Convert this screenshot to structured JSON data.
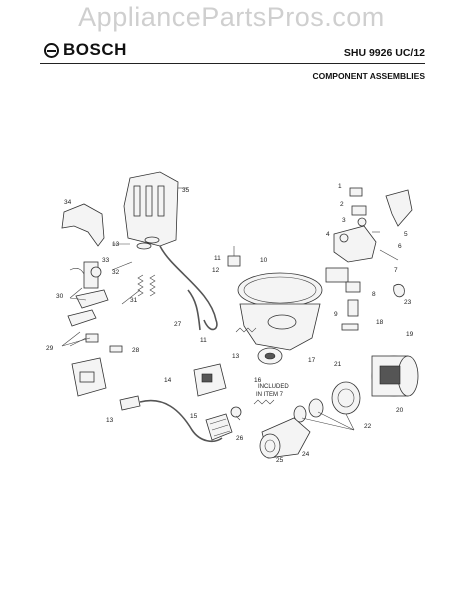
{
  "watermark": "AppliancePartsPros.com",
  "header": {
    "brand": "BOSCH",
    "model": "SHU 9926 UC/12",
    "subtitle": "COMPONENT ASSEMBLIES"
  },
  "note": {
    "line1": "INCLUDED",
    "line2": "IN ITEM 7"
  },
  "labels": [
    {
      "id": "1",
      "text": "1"
    },
    {
      "id": "2",
      "text": "2"
    },
    {
      "id": "3",
      "text": "3"
    },
    {
      "id": "4",
      "text": "4"
    },
    {
      "id": "5",
      "text": "5"
    },
    {
      "id": "6",
      "text": "6"
    },
    {
      "id": "7",
      "text": "7"
    },
    {
      "id": "8",
      "text": "8"
    },
    {
      "id": "9",
      "text": "9"
    },
    {
      "id": "10",
      "text": "10"
    },
    {
      "id": "11a",
      "text": "11"
    },
    {
      "id": "11b",
      "text": "11"
    },
    {
      "id": "12",
      "text": "12"
    },
    {
      "id": "13a",
      "text": "13"
    },
    {
      "id": "13b",
      "text": "13"
    },
    {
      "id": "13c",
      "text": "13"
    },
    {
      "id": "14",
      "text": "14"
    },
    {
      "id": "15",
      "text": "15"
    },
    {
      "id": "16",
      "text": "16"
    },
    {
      "id": "17",
      "text": "17"
    },
    {
      "id": "18",
      "text": "18"
    },
    {
      "id": "19",
      "text": "19"
    },
    {
      "id": "20",
      "text": "20"
    },
    {
      "id": "21",
      "text": "21"
    },
    {
      "id": "22",
      "text": "22"
    },
    {
      "id": "23",
      "text": "23"
    },
    {
      "id": "24",
      "text": "24"
    },
    {
      "id": "25",
      "text": "25"
    },
    {
      "id": "26",
      "text": "26"
    },
    {
      "id": "27",
      "text": "27"
    },
    {
      "id": "28",
      "text": "28"
    },
    {
      "id": "29",
      "text": "29"
    },
    {
      "id": "30",
      "text": "30"
    },
    {
      "id": "31",
      "text": "31"
    },
    {
      "id": "32",
      "text": "32"
    },
    {
      "id": "33",
      "text": "33"
    },
    {
      "id": "34",
      "text": "34"
    },
    {
      "id": "35",
      "text": "35"
    }
  ]
}
